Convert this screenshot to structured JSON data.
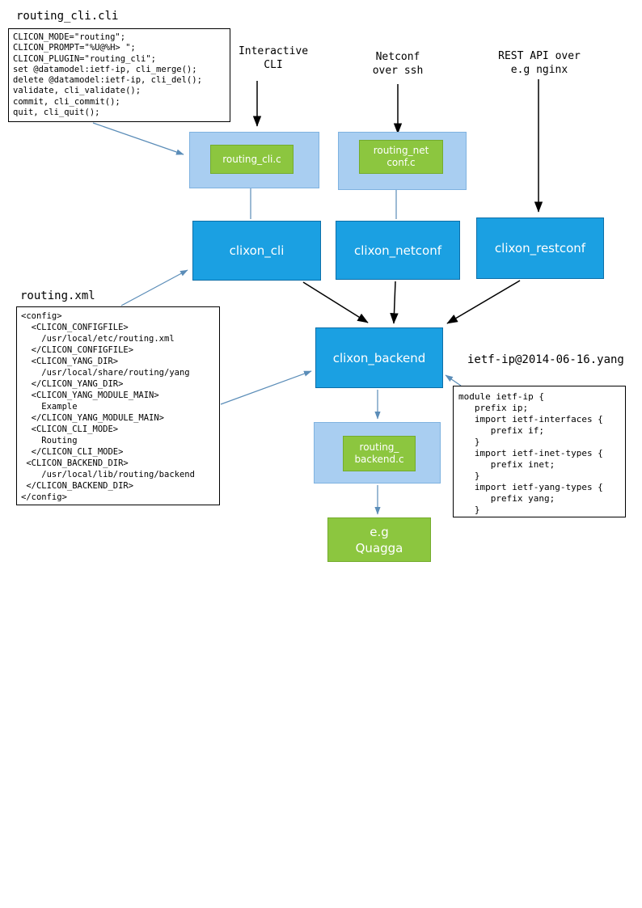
{
  "labels": {
    "routing_cli_file": "routing_cli.cli",
    "routing_xml_file": "routing.xml",
    "yang_file": "ietf-ip@2014-06-16.yang",
    "interactive_cli": "Interactive\nCLI",
    "netconf_ssh": "Netconf\nover ssh",
    "rest_api": "REST API over\ne.g nginx"
  },
  "code_blocks": {
    "routing_cli": "CLICON_MODE=\"routing\";\nCLICON_PROMPT=\"%U@%H> \";\nCLICON_PLUGIN=\"routing_cli\";\nset @datamodel:ietf-ip, cli_merge();\ndelete @datamodel:ietf-ip, cli_del();\nvalidate, cli_validate();\ncommit, cli_commit();\nquit, cli_quit();",
    "routing_xml": "<config>\n  <CLICON_CONFIGFILE>\n    /usr/local/etc/routing.xml\n  </CLICON_CONFIGFILE>\n  <CLICON_YANG_DIR>\n    /usr/local/share/routing/yang\n  </CLICON_YANG_DIR>\n  <CLICON_YANG_MODULE_MAIN>\n    Example\n  </CLICON_YANG_MODULE_MAIN>\n  <CLICON_CLI_MODE>\n    Routing\n  </CLICON_CLI_MODE>\n <CLICON_BACKEND_DIR>\n    /usr/local/lib/routing/backend\n </CLICON_BACKEND_DIR>\n</config>",
    "yang_module": "module ietf-ip {\n   prefix ip;\n   import ietf-interfaces {\n      prefix if;\n   }\n   import ietf-inet-types {\n      prefix inet;\n   }\n   import ietf-yang-types {\n      prefix yang;\n   }"
  },
  "nodes": {
    "routing_cli_c": "routing_cli.c",
    "routing_netconf_c": "routing_net\nconf.c",
    "clixon_cli": "clixon_cli",
    "clixon_netconf": "clixon_netconf",
    "clixon_restconf": "clixon_restconf",
    "clixon_backend": "clixon_backend",
    "routing_backend_c": "routing_\nbackend.c",
    "quagga": "e.g\nQuagga"
  },
  "colors": {
    "bright_blue": "#1BA0E2",
    "light_blue": "#A9CEF1",
    "green": "#8CC63F",
    "connector_blue": "#5B8DB8",
    "connector_black": "#000000"
  }
}
